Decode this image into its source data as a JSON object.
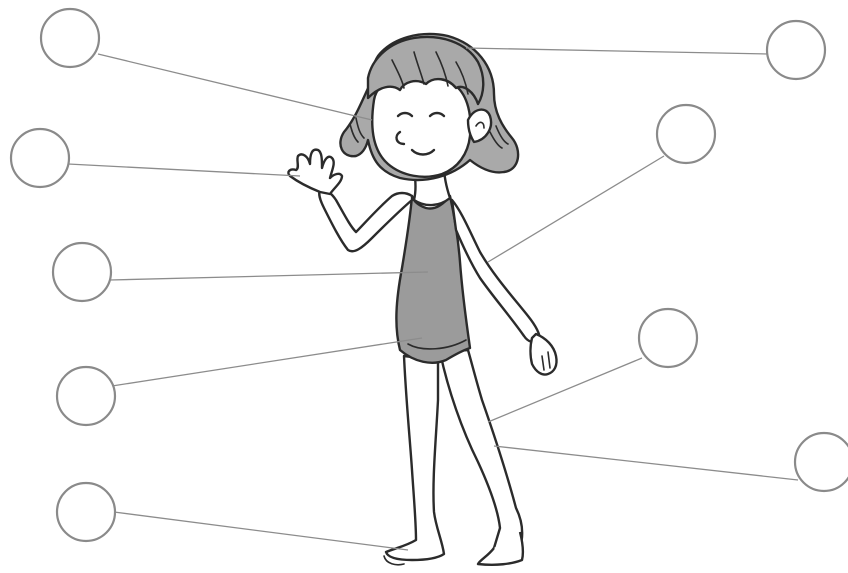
{
  "diagram": {
    "label_count": 9,
    "colors": {
      "circle_stroke": "#8a8a8a",
      "leader_line": "#8c8c8c",
      "hair": "#a9a9a9",
      "swimsuit": "#9b9b9b",
      "ink": "#2b2b2b"
    },
    "labels": [
      {
        "id": "hair",
        "text": ""
      },
      {
        "id": "ear",
        "text": ""
      },
      {
        "id": "hand",
        "text": ""
      },
      {
        "id": "arm",
        "text": ""
      },
      {
        "id": "chest",
        "text": ""
      },
      {
        "id": "stomach",
        "text": ""
      },
      {
        "id": "knee",
        "text": ""
      },
      {
        "id": "leg",
        "text": ""
      },
      {
        "id": "foot",
        "text": ""
      }
    ]
  }
}
